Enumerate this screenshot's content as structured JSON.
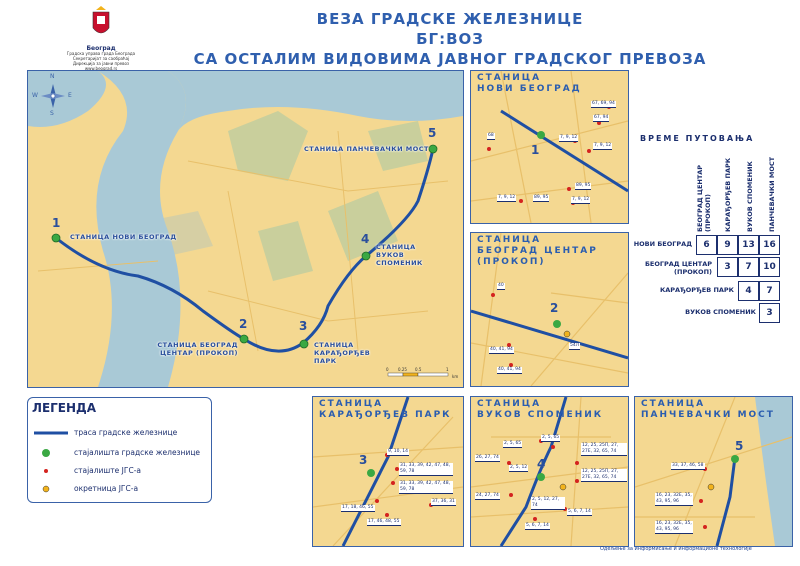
{
  "title": {
    "line1": "ВЕЗА ГРАДСКЕ ЖЕЛЕЗНИЦЕ",
    "line2": "БГ:ВОЗ",
    "line3": "СА ОСТАЛИМ ВИДОВИМА ЈАВНОГ ГРАДСКОГ ПРЕВОЗА"
  },
  "logo": {
    "name": "Београд",
    "lines": [
      "Градска управа града Београда",
      "Секретаријат за саобраћај",
      "Дирекција за јавни превоз",
      "www.beograd.rs"
    ]
  },
  "main_map": {
    "stations": [
      {
        "num": "1",
        "label": "СТАНИЦА НОВИ БЕОГРАД"
      },
      {
        "num": "2",
        "label": "СТАНИЦА БЕОГРАД ЦЕНТАР (ПРОКОП)"
      },
      {
        "num": "3",
        "label": "СТАНИЦА КАРАЂОРЂЕВ ПАРК"
      },
      {
        "num": "4",
        "label": "СТАНИЦА ВУКОВ СПОМЕНИК"
      },
      {
        "num": "5",
        "label": "СТАНИЦА ПАНЧЕВАЧКИ МОСТ"
      }
    ],
    "scale": {
      "ticks": [
        "0",
        "0.25",
        "0.5",
        "1"
      ],
      "unit": "km"
    },
    "compass": {
      "n": "N",
      "s": "S",
      "e": "E",
      "w": "W"
    }
  },
  "insets": [
    {
      "title1": "СТАНИЦА",
      "title2": "НОВИ БЕОГРАД",
      "num": "1",
      "tags": [
        "67, 69, 94",
        "67, 94",
        "7, 9, 12",
        "7, 9, 12",
        "68",
        "89, 95",
        "7, 9, 12",
        "89, 95",
        "7, 9, 12"
      ]
    },
    {
      "title1": "СТАНИЦА",
      "title2": "БЕОГРАД ЦЕНТАР",
      "title3": "(ПРОКОП)",
      "num": "2",
      "tags": [
        "40",
        "40, 41, 94",
        "40, 41, 94",
        "54Л"
      ]
    },
    {
      "title1": "СТАНИЦА",
      "title2": "КАРАЂОРЂЕВ ПАРК",
      "num": "3",
      "tags": [
        "9, 10, 14",
        "31, 33, 39, 42, 47, 48, 59, 78",
        "31, 33, 39, 42, 47, 48, 59, 78",
        "17, 18, 46, 55",
        "17, 46, 48, 55",
        "37, 36, 31"
      ]
    },
    {
      "title1": "СТАНИЦА",
      "title2": "ВУКОВ СПОМЕНИК",
      "num": "4",
      "tags": [
        "2, 5, 65",
        "2, 5, 65",
        "26, 27, 74",
        "2, 5, 12",
        "12, 25, 25П, 27, 27Е, 32, 65, 74",
        "12, 25, 25П, 27, 27Е, 32, 65, 74",
        "24, 27, 74",
        "2, 5, 12, 27, 74",
        "5, 6, 7, 14",
        "5, 6, 7, 14"
      ]
    },
    {
      "title1": "СТАНИЦА",
      "title2": "ПАНЧЕВАЧКИ МОСТ",
      "num": "5",
      "tags": [
        "33, 37, 46, 58",
        "16, 23, 32Е, 35, 43, 95, 96",
        "16, 23, 32Е, 35, 43, 95, 96"
      ]
    }
  ],
  "legend": {
    "title": "ЛЕГЕНДА",
    "items": [
      {
        "label": "траса градске железнице"
      },
      {
        "label": "стајалишта градске железнице"
      },
      {
        "label": "стајалиште ЈГС-а"
      },
      {
        "label": "окретница ЈГС-а"
      }
    ]
  },
  "travel_time": {
    "title": "ВРЕМЕ ПУТОВАЊА",
    "columns": [
      "БЕОГРАД ЦЕНТАР\n(ПРОКОП)",
      "КАРАЂОРЂЕВ ПАРК",
      "ВУКОВ СПОМЕНИК",
      "ПАНЧЕВАЧКИ МОСТ"
    ],
    "rows": [
      {
        "label": "НОВИ БЕОГРАД",
        "values": [
          "6",
          "9",
          "13",
          "16"
        ]
      },
      {
        "label": "БЕОГРАД ЦЕНТАР\n(ПРОКОП)",
        "values": [
          "3",
          "7",
          "10"
        ]
      },
      {
        "label": "КАРАЂОРЂЕВ ПАРК",
        "values": [
          "4",
          "7"
        ]
      },
      {
        "label": "ВУКОВ СПОМЕНИК",
        "values": [
          "3"
        ]
      }
    ]
  },
  "footer": "Одељење за информисање и информационе технологије",
  "colors": {
    "rail": "#1f4fa3",
    "station": "#3aa843",
    "jgs_stop": "#d4231f",
    "turnaround": "#f2b31c",
    "water": "#a9c9d6",
    "land": "#f4d891",
    "park": "#c9cf9c"
  }
}
